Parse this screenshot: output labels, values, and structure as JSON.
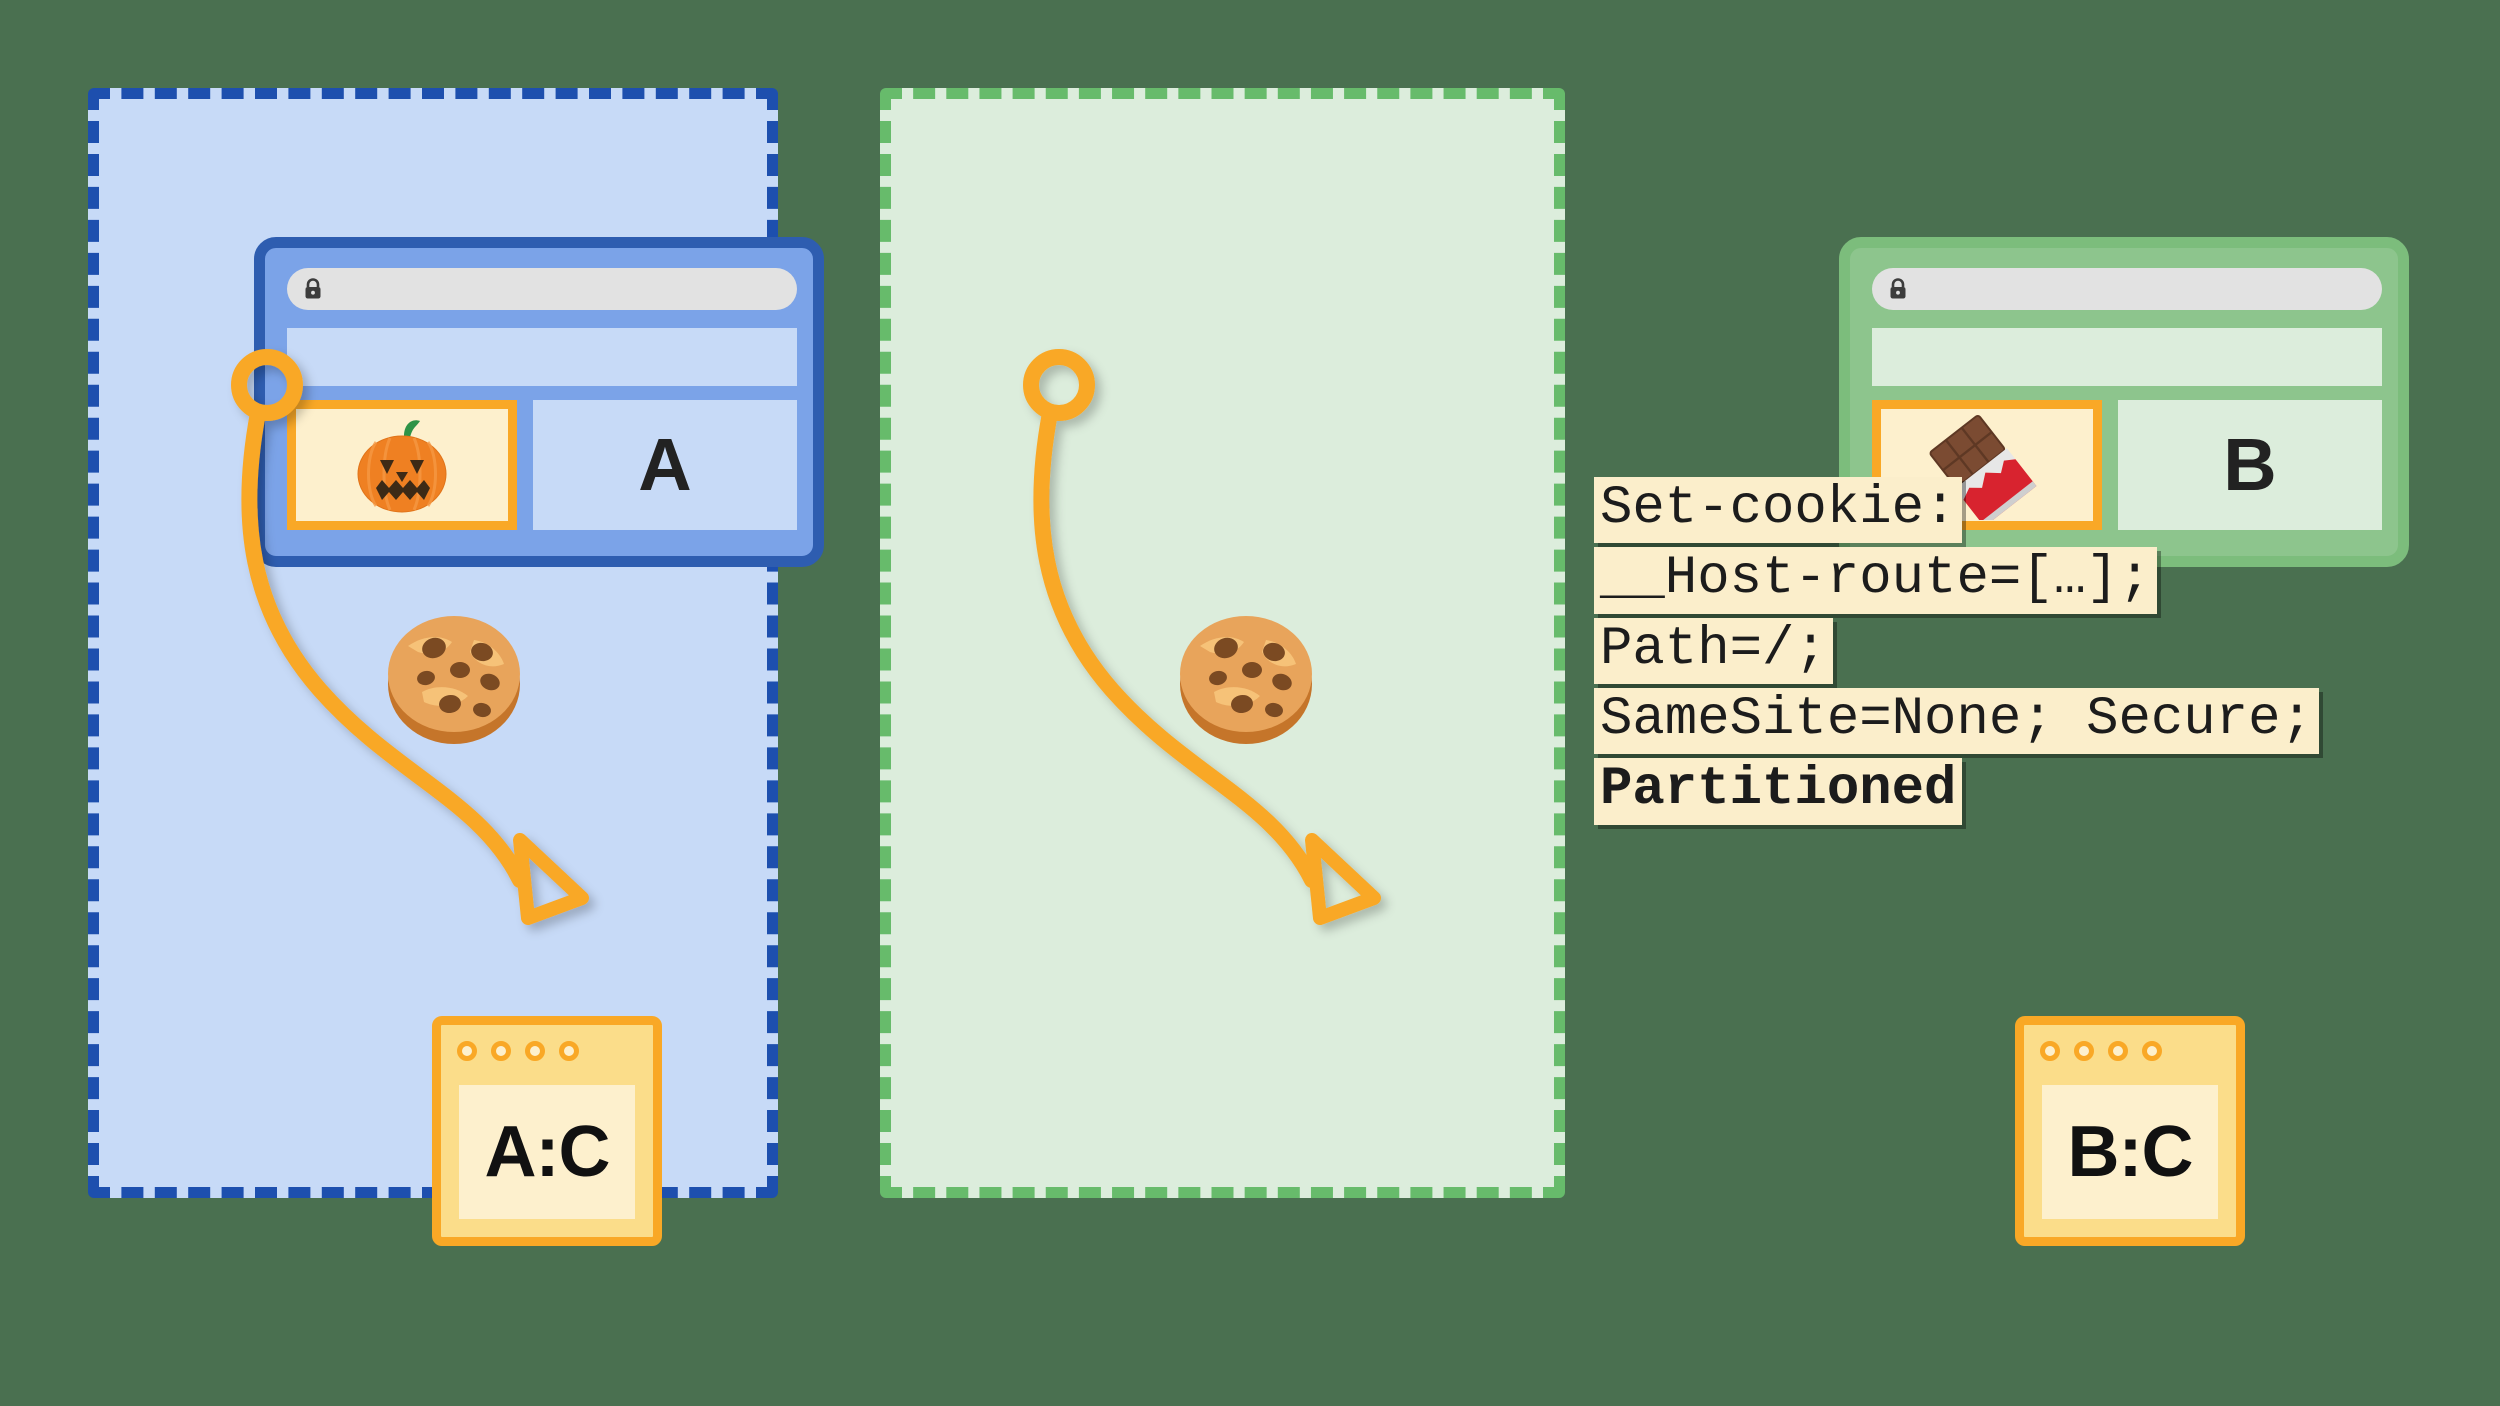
{
  "background_color": "#4a7050",
  "contexts": [
    {
      "name": "context-a",
      "label": "A",
      "panel_color": "#c7daf7",
      "panel_border_color": "#1d4fae",
      "browser_body_color": "#7ba3e8",
      "browser_border_color": "#2e5db0",
      "lock_icon": "lock-icon",
      "embedded_icon": "jack-o-lantern-icon",
      "cookie_icon": "cookie-icon",
      "storage_label": "A:C"
    },
    {
      "name": "context-b",
      "label": "B",
      "panel_color": "#dceddc",
      "panel_border_color": "#67bb6b",
      "browser_body_color": "#8dc58d",
      "browser_border_color": "#7cbd7c",
      "lock_icon": "lock-icon",
      "embedded_icon": "chocolate-bar-icon",
      "cookie_icon": "cookie-icon",
      "storage_label": "B:C"
    }
  ],
  "accent_color": "#f9a826",
  "code": {
    "lines": [
      {
        "text": "Set-cookie:",
        "bold": false
      },
      {
        "text": "__Host-route=[…];",
        "bold": false
      },
      {
        "text": "Path=/;",
        "bold": false
      },
      {
        "text": "SameSite=None; Secure;",
        "bold": false
      },
      {
        "text": "Partitioned",
        "bold": true
      }
    ]
  }
}
